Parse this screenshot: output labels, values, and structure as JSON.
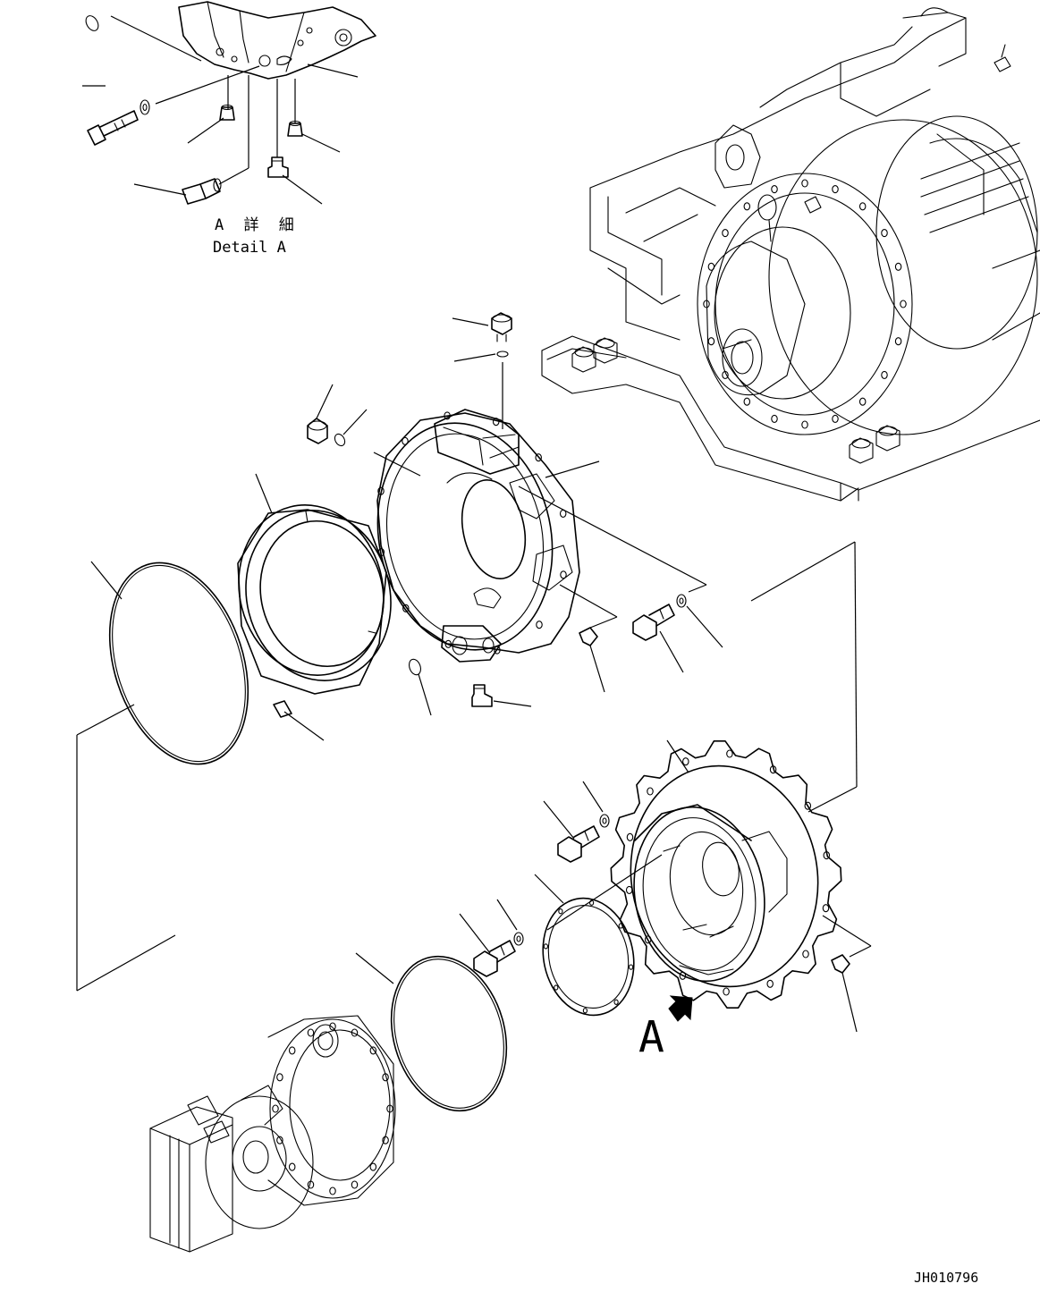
{
  "detail": {
    "title_jp": "A 詳 細",
    "title_en": "Detail A"
  },
  "view_marker": "A",
  "drawing_number": "JH010796"
}
